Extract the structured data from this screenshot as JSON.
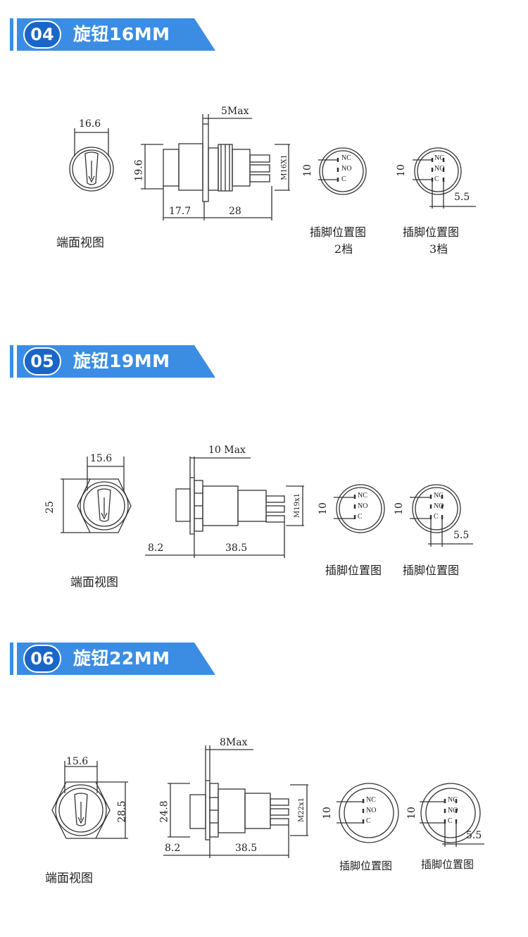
{
  "colors": {
    "banner": "#3b8de4",
    "badge_bg": "#1a66c8",
    "line": "#333333"
  },
  "sections": [
    {
      "badge": "04",
      "title": "旋钮16MM",
      "end_view": {
        "caption": "端面视图",
        "width_label": "16.6"
      },
      "side_view": {
        "height_label": "19.6",
        "depth_label": "5Max",
        "front_label": "17.7",
        "body_label": "28",
        "thread_label": "M16X1"
      },
      "pin_2pos": {
        "caption1": "插脚位置图",
        "caption2": "2档",
        "dim": "10",
        "pins": [
          "NC",
          "NO",
          "C"
        ]
      },
      "pin_3pos": {
        "caption1": "插脚位置图",
        "caption2": "3档",
        "dim": "10",
        "pitch": "5.5",
        "pins": [
          "NC",
          "NO",
          "C"
        ]
      }
    },
    {
      "badge": "05",
      "title": "旋钮19MM",
      "end_view": {
        "caption": "端面视图",
        "width_label": "15.6",
        "height_label": "25"
      },
      "side_view": {
        "depth_label": "10 Max",
        "front_label": "8.2",
        "body_label": "38.5",
        "thread_label": "M19x1"
      },
      "pin_2pos": {
        "caption1": "插脚位置图",
        "dim": "10",
        "pins": [
          "NC",
          "NO",
          "C"
        ]
      },
      "pin_3pos": {
        "caption1": "插脚位置图",
        "dim": "10",
        "pitch": "5.5",
        "pins": [
          "NC",
          "NO",
          "C"
        ]
      }
    },
    {
      "badge": "06",
      "title": "旋钮22MM",
      "end_view": {
        "caption": "端面视图",
        "width_label": "15.6",
        "height_label": "28.5"
      },
      "side_view": {
        "height_label": "24.8",
        "depth_label": "8Max",
        "front_label": "8.2",
        "body_label": "38.5",
        "thread_label": "M22x1"
      },
      "pin_2pos": {
        "caption1": "插脚位置图",
        "dim": "10",
        "pins": [
          "NC",
          "NO",
          "C"
        ]
      },
      "pin_3pos": {
        "caption1": "插脚位置图",
        "dim": "10",
        "pitch": "5.5",
        "pins": [
          "NC",
          "NO",
          "C"
        ]
      }
    }
  ]
}
